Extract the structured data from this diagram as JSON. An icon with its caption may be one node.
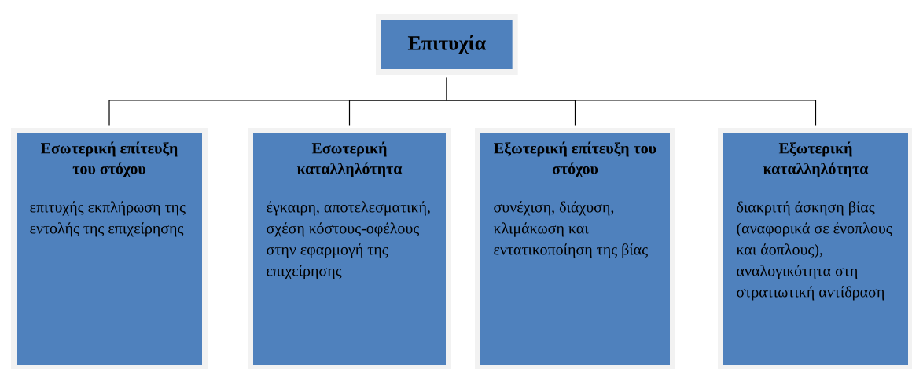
{
  "diagram": {
    "nodes": [
      {
        "text": [
          "Επιτυχία"
        ]
      },
      {
        "text": [
          "Εσωτερική επίτευξη του στόχου",
          "επιτυχής εκπλήρωση της εντολής της επιχείρησης"
        ]
      },
      {
        "text": [
          "Εσωτερική καταλληλότητα",
          "έγκαιρη, αποτελεσματική, σχέση κόστους-οφέλους στην εφαρμογή της επιχείρησης"
        ]
      },
      {
        "text": [
          "Εξωτερική επίτευξη του στόχου",
          "συνέχιση, διάχυση, κλιμάκωση και εντατικοποίηση της βίας"
        ]
      },
      {
        "text": [
          "Εξωτερική καταλληλότητα",
          "διακριτή άσκηση βίας (αναφορικά σε ένοπλους και άοπλους), αναλογικότητα στη στρατιωτική αντίδραση"
        ]
      }
    ],
    "edges": [
      {
        "from": 0,
        "to": 1,
        "arrow": "none"
      },
      {
        "from": 0,
        "to": 2,
        "arrow": "none"
      },
      {
        "from": 0,
        "to": 3,
        "arrow": "none"
      },
      {
        "from": 0,
        "to": 4,
        "arrow": "none"
      }
    ]
  }
}
